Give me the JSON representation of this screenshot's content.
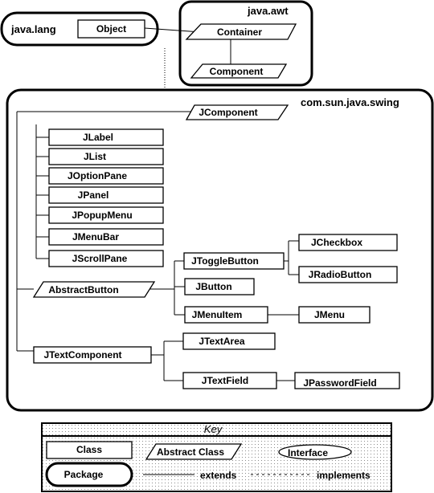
{
  "packages": {
    "java_lang": "java.lang",
    "java_awt": "java.awt",
    "swing": "com.sun.java.swing"
  },
  "classes": {
    "object": "Object",
    "container": "Container",
    "component": "Component",
    "jcomponent": "JComponent",
    "jlabel": "JLabel",
    "jlist": "JList",
    "joptionpane": "JOptionPane",
    "jpanel": "JPanel",
    "jpopupmenu": "JPopupMenu",
    "jmenubar": "JMenuBar",
    "jscrollpane": "JScrollPane",
    "abstractbutton": "AbstractButton",
    "jtogglebutton": "JToggleButton",
    "jcheckbox": "JCheckbox",
    "jradiobutton": "JRadioButton",
    "jbutton": "JButton",
    "jmenuitem": "JMenuItem",
    "jmenu": "JMenu",
    "jtextcomponent": "JTextComponent",
    "jtextarea": "JTextArea",
    "jtextfield": "JTextField",
    "jpasswordfield": "JPasswordField"
  },
  "key": {
    "title": "Key",
    "class": "Class",
    "abstract_class": "Abstract Class",
    "interface": "Interface",
    "package": "Package",
    "extends": "extends",
    "implements": "implements"
  }
}
